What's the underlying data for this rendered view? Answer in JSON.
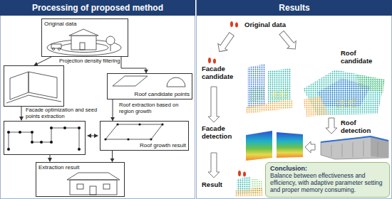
{
  "diagram": {
    "nodes": [
      {
        "text": [
          "Processing of proposed method"
        ]
      },
      {
        "text": [
          "Results"
        ]
      },
      {
        "text": [
          "Original data"
        ]
      },
      {
        "text": [
          "Roof candidate points"
        ]
      },
      {
        "text": [
          "Roof growth result"
        ]
      },
      {
        "text": [
          "Extraction result"
        ]
      },
      {
        "text": [
          "Conclusion:",
          "Balance between effectiveness and efficiency, with adaptive parameter setting and proper memory consuming."
        ]
      }
    ],
    "edges": [
      {
        "from": 2,
        "to": 3,
        "arrow": "to",
        "label": "Projection density filtering"
      },
      {
        "from": 3,
        "to": 4,
        "arrow": "to",
        "label": "Roof extraction based on region growth"
      },
      {
        "from": 4,
        "to": 5,
        "arrow": "to"
      }
    ],
    "labels": [
      "Facade optimization and seed points extraction",
      "Original data",
      "Facade candidate",
      "Roof candidate",
      "Roof detection",
      "Facade detection",
      "Result"
    ]
  }
}
